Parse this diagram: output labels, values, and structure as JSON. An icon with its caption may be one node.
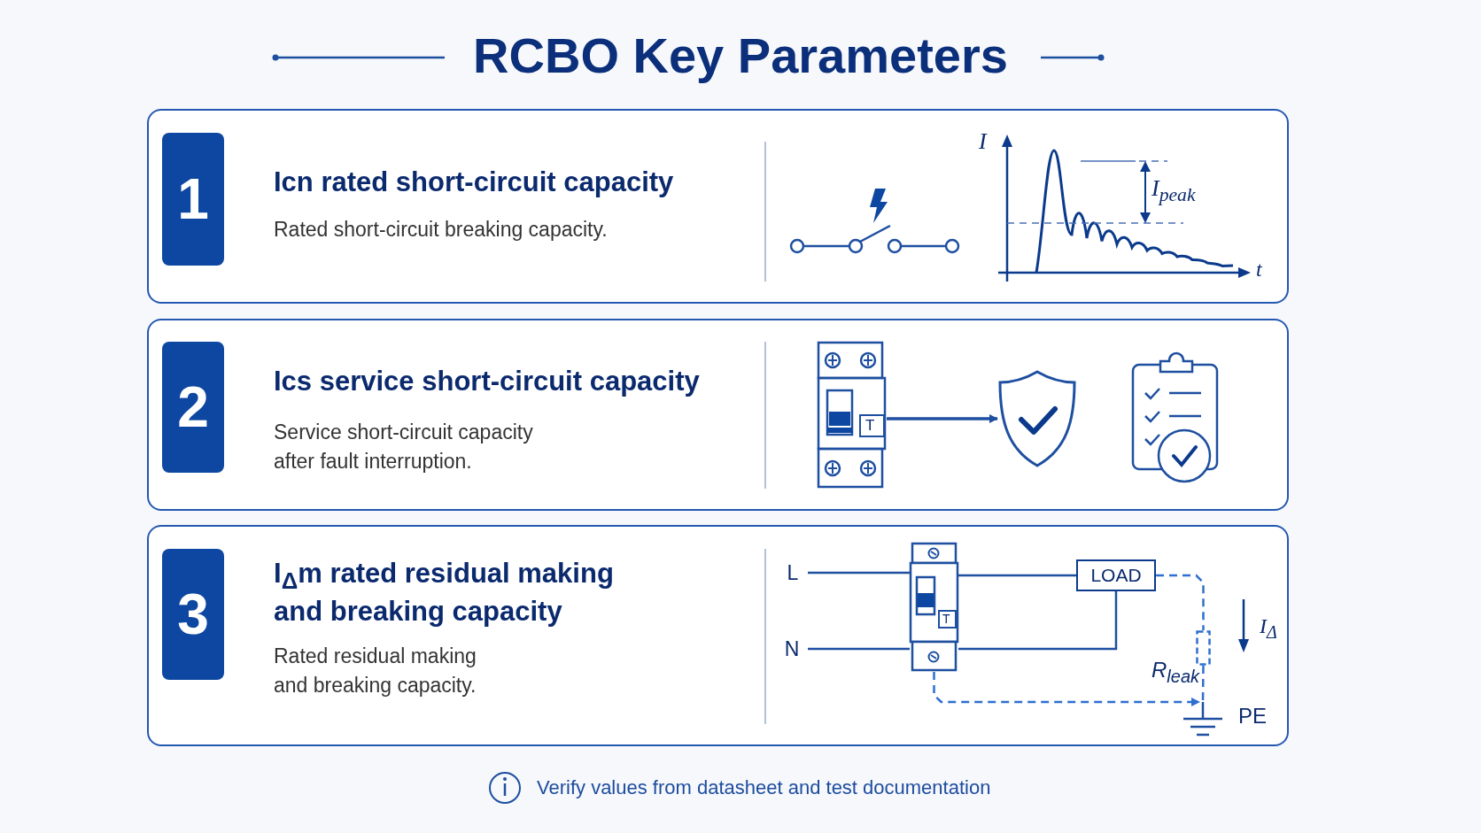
{
  "diagram": {
    "title": "RCBO Key Parameters",
    "caption": "Verify values from datasheet and test documentation",
    "nodes": [
      {
        "text": [
          "Icn rated short-circuit capacity",
          "Rated short-circuit breaking capacity."
        ]
      },
      {
        "text": [
          "1"
        ],
        "in": 0
      },
      {
        "text": [
          "Ics service short-circuit capacity",
          "Service short-circuit capacity after fault interruption."
        ]
      },
      {
        "text": [
          "2"
        ],
        "in": 2
      },
      {
        "text": [],
        "shape": "picture",
        "in": 2
      },
      {
        "text": [],
        "shape": "picture",
        "in": 2
      },
      {
        "text": [
          "I$_{Δ}$m rated residual making and breaking capacity",
          "Rated residual making and breaking capacity."
        ]
      },
      {
        "text": [
          "3"
        ],
        "in": 6
      },
      {
        "text": [
          "LOAD"
        ],
        "in": 6
      },
      {
        "text": [],
        "shape": "picture",
        "in": 6
      },
      {
        "text": [
          "L"
        ],
        "in": 6
      },
      {
        "text": [
          "N"
        ],
        "in": 6
      },
      {
        "text": [],
        "shape": "box",
        "in": 6,
        "beside": [
          "R$_{leak}$"
        ]
      },
      {
        "text": [],
        "shape": "picture",
        "in": 6,
        "beside": [
          "PE"
        ]
      }
    ],
    "edges": [
      {
        "from": 4,
        "to": 5,
        "arrow": "to"
      },
      {
        "from": 10,
        "to": 9,
        "arrow": "none"
      },
      {
        "from": 11,
        "to": 9,
        "arrow": "none"
      },
      {
        "from": 9,
        "to": 8,
        "arrow": "none"
      },
      {
        "from": 9,
        "to": 8,
        "arrow": "none"
      },
      {
        "from": 8,
        "to": 12,
        "arrow": "none",
        "style": "dashed",
        "color": "#2f6fd0"
      },
      {
        "from": 12,
        "to": 13,
        "arrow": "none",
        "style": "dashed",
        "color": "#2f6fd0"
      },
      {
        "from": 9,
        "to": 13,
        "arrow": "to",
        "style": "dashed",
        "color": "#2f6fd0"
      }
    ],
    "labels": [
      "I",
      "I$_{peak}$",
      "t",
      "T",
      "T",
      "I$_{Δ}$"
    ]
  }
}
